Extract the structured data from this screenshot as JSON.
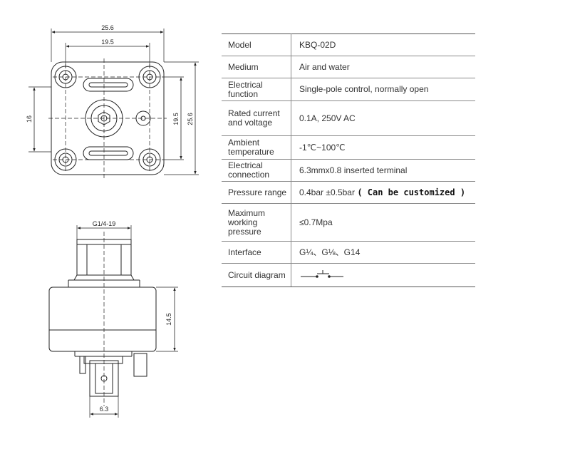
{
  "top_view": {
    "dim_width_outer": "25.6",
    "dim_hole_spacing_h": "19.5",
    "dim_left": "16",
    "dim_hole_spacing_v": "19.5",
    "dim_height_outer": "25.6"
  },
  "side_view": {
    "dim_thread": "G1/4-19",
    "dim_height": "14.5",
    "dim_terminal": "6.3"
  },
  "spec_table": {
    "rows": [
      {
        "label": "Model",
        "value": "KBQ-02D"
      },
      {
        "label": "Medium",
        "value": "Air and water"
      },
      {
        "label": "Electrical function",
        "value": "Single-pole control, normally open"
      },
      {
        "label": "Rated current and voltage",
        "value": "0.1A,  250V AC"
      },
      {
        "label": "Ambient temperature",
        "value": "-1℃~100℃"
      },
      {
        "label": "Electrical connection",
        "value": "6.3mmx0.8 inserted terminal"
      },
      {
        "label": "Pressure range",
        "value": "0.4bar ±0.5bar",
        "note": "( Can be customized )"
      },
      {
        "label": "Maximum working pressure",
        "value": "≤0.7Mpa"
      },
      {
        "label": "Interface",
        "value": "G¼、G⅛、G14"
      },
      {
        "label": "Circuit diagram",
        "value": ""
      }
    ]
  }
}
